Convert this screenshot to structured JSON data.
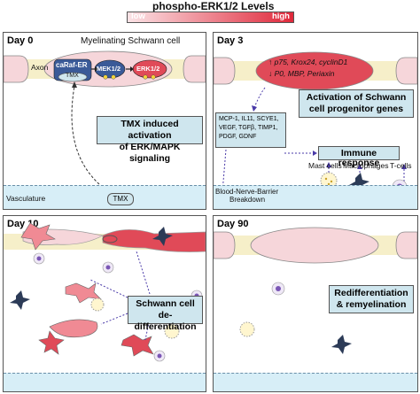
{
  "header": {
    "title": "phospho-ERK1/2 Levels",
    "low": "low",
    "high": "high",
    "gradient_low_color": "#fbe3e6",
    "gradient_high_color": "#e0283a"
  },
  "panels": {
    "day0": {
      "title": "Day 0",
      "cell_label": "Myelinating Schwann cell",
      "axon_label": "Axon",
      "craf": "caRaf-ER",
      "tmx_inner": "TMX",
      "mek": "MEK1/2",
      "erk": "ERK1/2",
      "box": "TMX induced activation of ERK/MAPK signaling",
      "box_line1": "TMX induced activation",
      "box_line2": "of ERK/MAPK signaling",
      "vasculature": "Vasculature",
      "tmx_vessel": "TMX"
    },
    "day3": {
      "title": "Day 3",
      "up_line": "p75, Krox24, cyclinD1",
      "down_line": "P0, MBP, Periaxin",
      "box_line1": "Activation of Schwann",
      "box_line2": "cell progenitor genes",
      "cytokines": [
        "MCP-1, IL11, SCYE1,",
        "VEGF, TGFβ, TIMP1,",
        "PDGF, GDNF"
      ],
      "immune": "Immune response",
      "mast": "Mast cells",
      "macro": "Macrophages",
      "tcells": "T-cells",
      "bnb1": "Blood-Nerve-Barrier",
      "bnb2": "Breakdown"
    },
    "day10": {
      "title": "Day 10",
      "box_line1": "Schwann cell",
      "box_line2": "de-differentiation"
    },
    "day90": {
      "title": "Day 90",
      "box_line1": "Redifferentiation",
      "box_line2": "& remyelination"
    }
  },
  "colors": {
    "axon": "#f6efc9",
    "myelin_pink": "#f6d6da",
    "myelin_red": "#e04a58",
    "box_fill": "#cfe6ee",
    "vessel": "#d7eef7",
    "macrophage": "#2c3b57",
    "mek_erk": "#3a5a98"
  }
}
